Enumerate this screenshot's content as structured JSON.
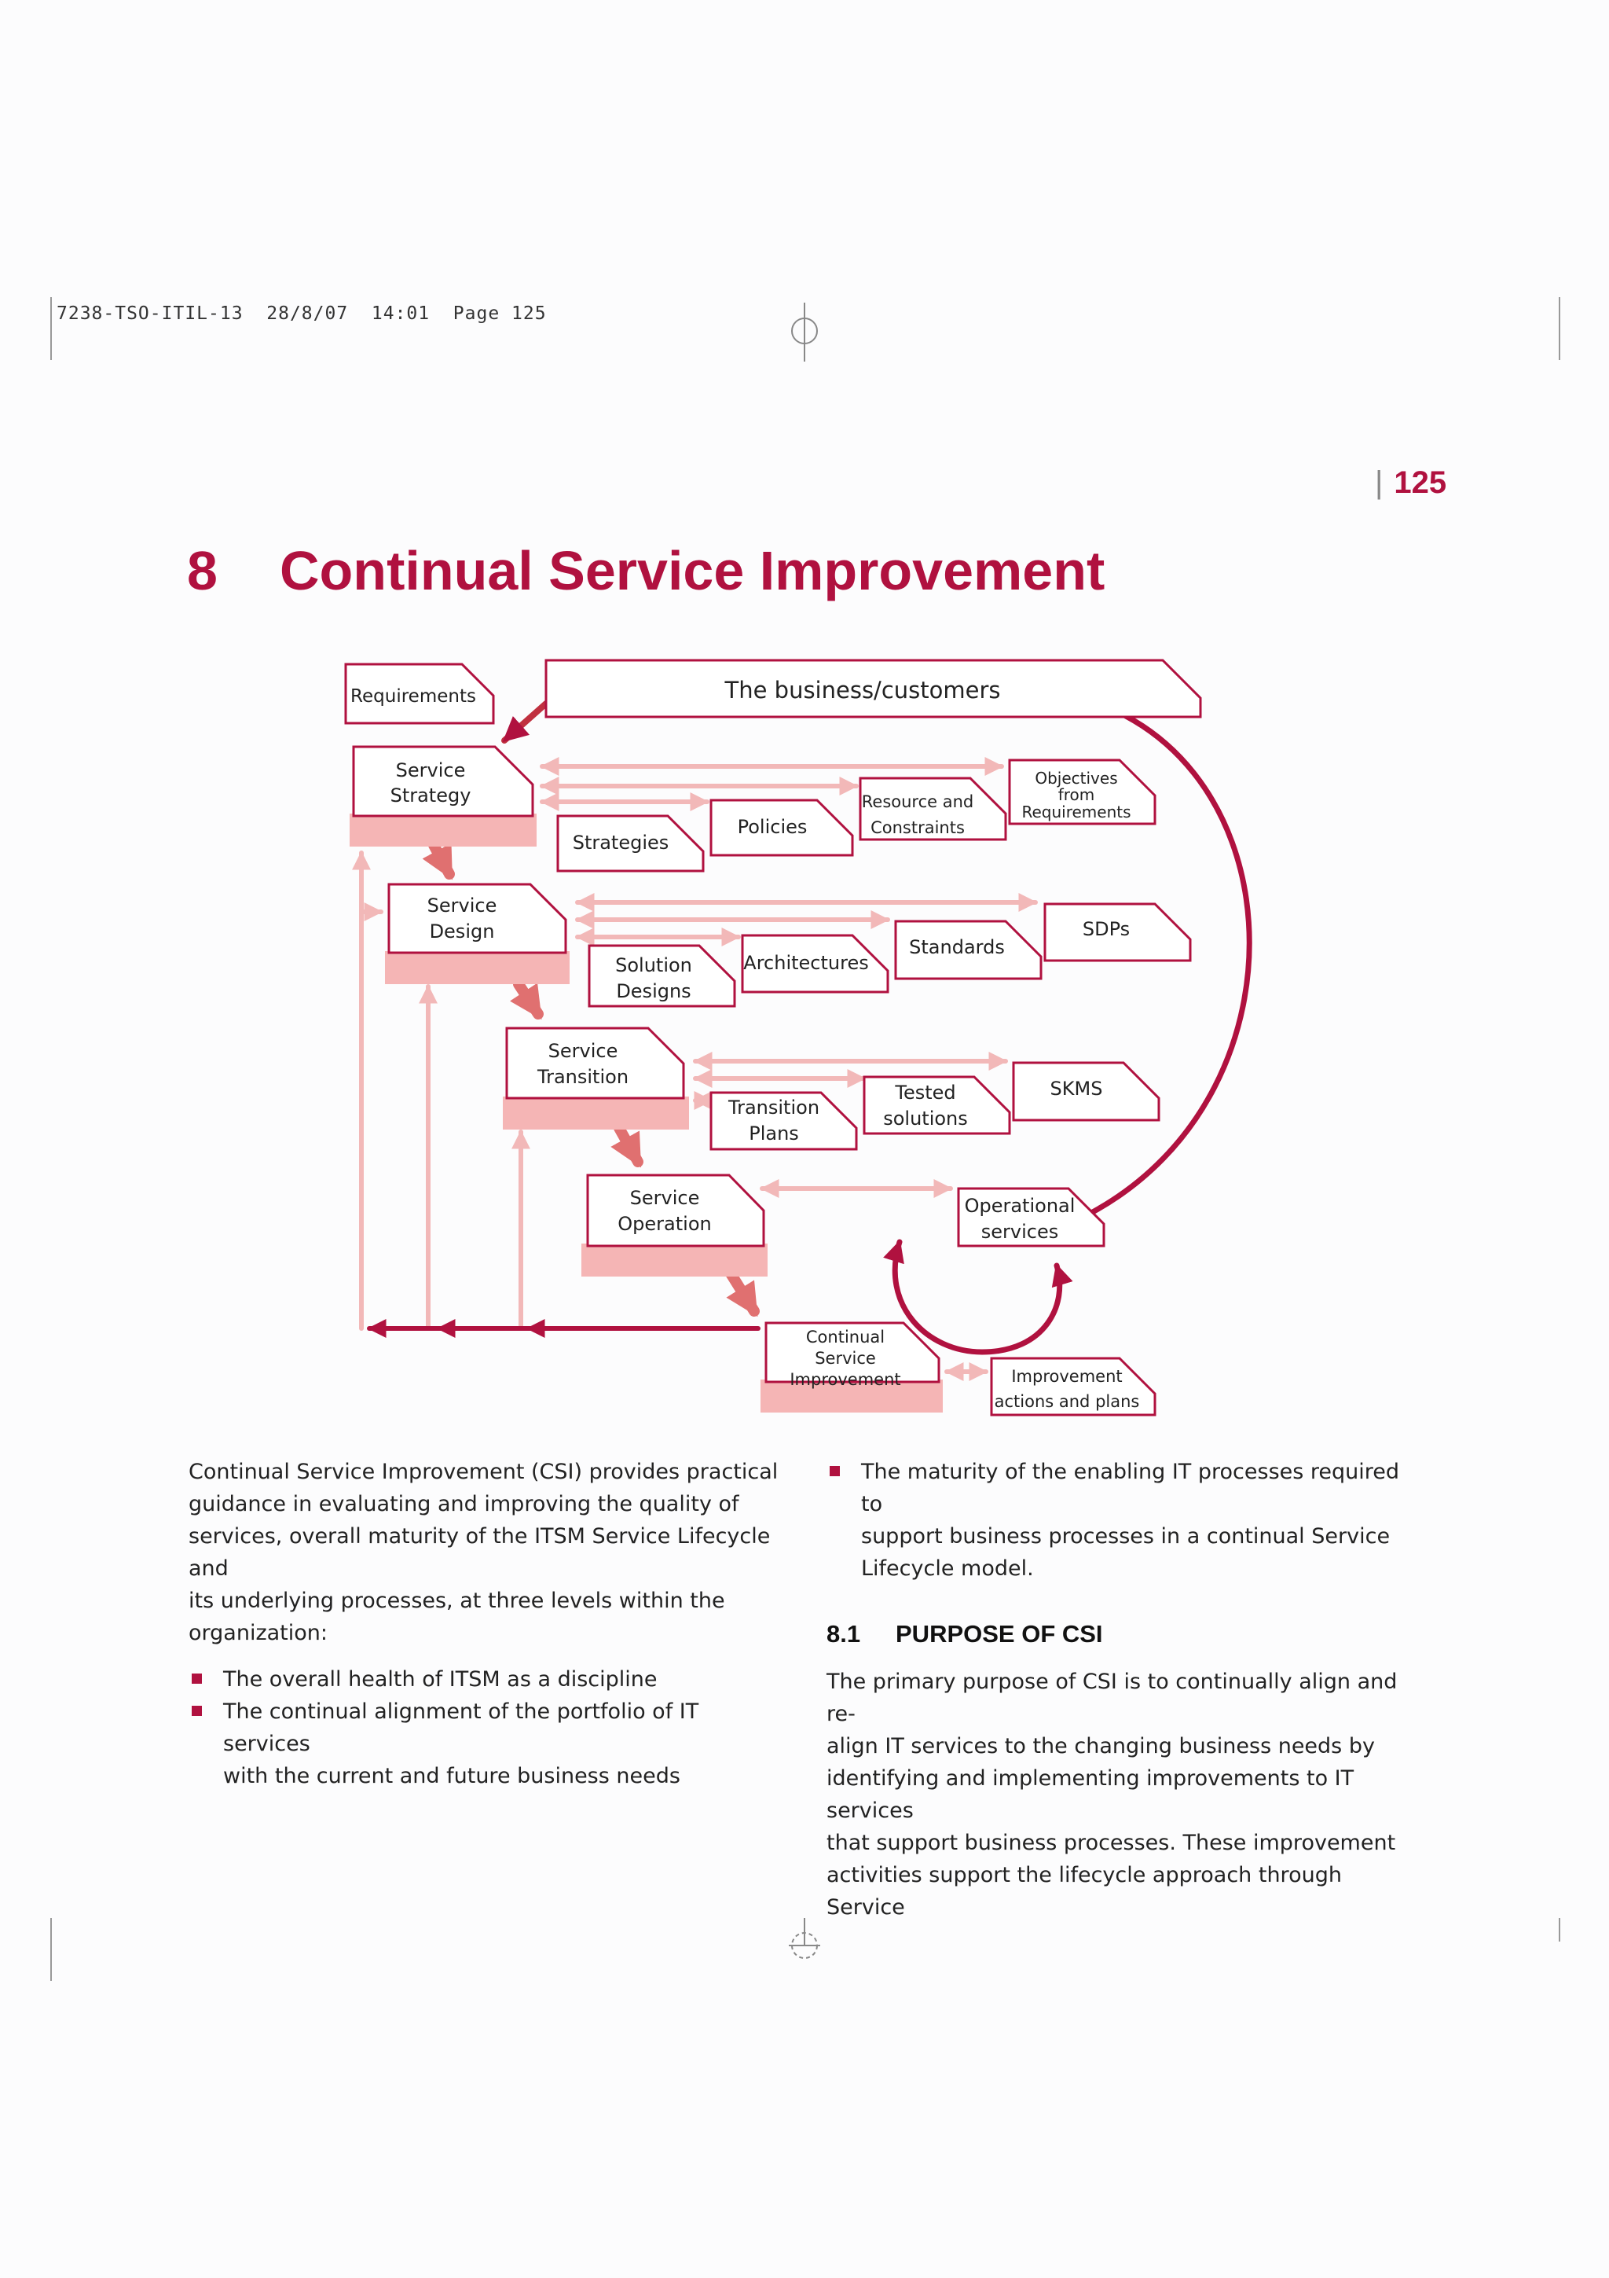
{
  "slug": "7238-TSO-ITIL-13  28/8/07  14:01  Page 125",
  "page_number": "125",
  "chapter": {
    "number": "8",
    "title": "Continual Service Improvement"
  },
  "diagram": {
    "business": "The business/customers",
    "requirements": "Requirements",
    "stages": [
      {
        "line1": "Service",
        "line2": "Strategy"
      },
      {
        "line1": "Service",
        "line2": "Design"
      },
      {
        "line1": "Service",
        "line2": "Transition"
      },
      {
        "line1": "Service",
        "line2": "Operation"
      },
      {
        "line1": "Continual",
        "line2": "Service",
        "line3": "Improvement"
      }
    ],
    "strategy_outputs": {
      "strategies": "Strategies",
      "policies": "Policies",
      "resources": [
        "Resource and",
        "Constraints"
      ],
      "objectives": [
        "Objectives",
        "from",
        "Requirements"
      ]
    },
    "design_outputs": {
      "solution": [
        "Solution",
        "Designs"
      ],
      "architectures": "Architectures",
      "standards": "Standards",
      "sdps": "SDPs"
    },
    "transition_outputs": {
      "plans": [
        "Transition",
        "Plans"
      ],
      "tested": [
        "Tested",
        "solutions"
      ],
      "skms": "SKMS"
    },
    "operation_outputs": {
      "operational": [
        "Operational",
        "services"
      ]
    },
    "csi_outputs": {
      "improvement": [
        "Improvement",
        "actions and plans"
      ]
    }
  },
  "left_column": {
    "intro": [
      "Continual Service Improvement (CSI) provides practical",
      "guidance in evaluating and improving the quality of",
      "services, overall maturity of the ITSM Service Lifecycle and",
      "its underlying processes, at three levels within the",
      "organization:"
    ],
    "bullets": [
      {
        "lines": [
          "The overall health of ITSM as a discipline"
        ]
      },
      {
        "lines": [
          "The continual alignment of the portfolio of IT services",
          "with the current and future business needs"
        ]
      }
    ]
  },
  "right_column": {
    "bullet": [
      "The maturity of the enabling IT processes required to",
      "support business processes in a continual Service",
      "Lifecycle model."
    ],
    "section_number": "8.1",
    "section_title": "PURPOSE OF CSI",
    "body": [
      "The primary purpose of CSI is to continually align and re-",
      "align IT services to the changing business needs by",
      "identifying and implementing improvements to IT services",
      "that support business processes. These improvement",
      "activities support the lifecycle approach through Service"
    ]
  },
  "colors": {
    "accent": "#b0113f",
    "light_arrow": "#f2b8b8",
    "shadow": "#f5b5b5",
    "stage_arrow": "#e07070"
  }
}
